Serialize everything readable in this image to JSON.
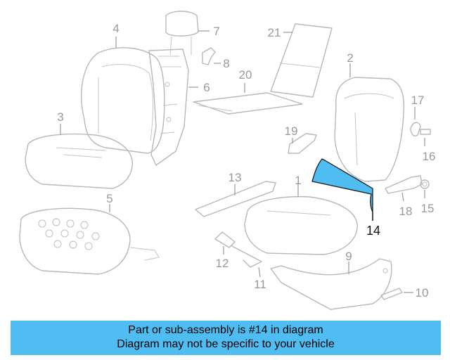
{
  "colors": {
    "highlight_fill": "#4fbcf2",
    "banner_bg": "#4fbcf2",
    "part_line": "#b8b8b8",
    "callout_text": "#9a9a9a"
  },
  "callouts": {
    "c1": "1",
    "c2": "2",
    "c3": "3",
    "c4": "4",
    "c5": "5",
    "c6": "6",
    "c7": "7",
    "c8": "8",
    "c9": "9",
    "c10": "10",
    "c11": "11",
    "c12": "12",
    "c13": "13",
    "c14": "14",
    "c15": "15",
    "c16": "16",
    "c17": "17",
    "c18": "18",
    "c19": "19",
    "c20": "20",
    "c21": "21"
  },
  "banner": {
    "line1": "Part or sub-assembly is #14 in diagram",
    "line2": "Diagram may not be specific to your vehicle"
  }
}
